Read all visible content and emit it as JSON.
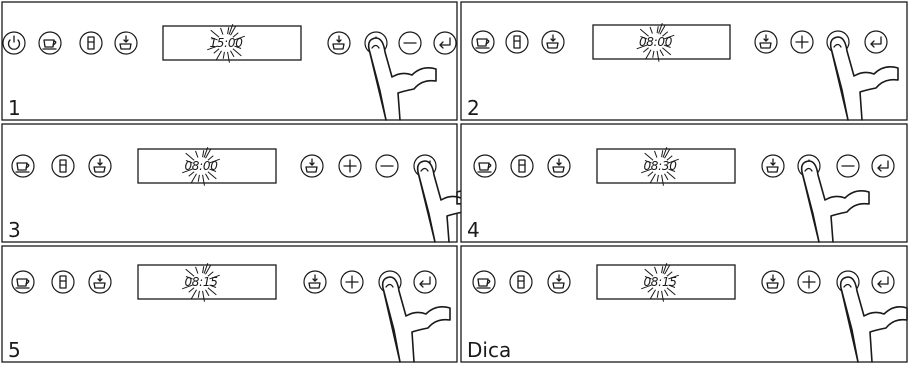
{
  "icons": {
    "power": "power-icon",
    "cup": "coffee-cup-icon",
    "milk": "milk-container-icon",
    "temp": "cup-temperature-icon",
    "plus": "plus-icon",
    "minus": "minus-icon",
    "enter": "enter-return-icon",
    "finger": "pointing-finger-icon"
  },
  "panels": [
    {
      "caption": "1",
      "display": "15:00",
      "pressed": "plus"
    },
    {
      "caption": "2",
      "display": "08:00",
      "pressed": "minus"
    },
    {
      "caption": "3",
      "display": "08:00",
      "pressed": "enter"
    },
    {
      "caption": "4",
      "display": "08:30",
      "pressed": "plus"
    },
    {
      "caption": "5",
      "display": "08:15",
      "pressed": "minus"
    },
    {
      "caption": "Dica",
      "display": "08:15",
      "pressed": "minus"
    }
  ]
}
